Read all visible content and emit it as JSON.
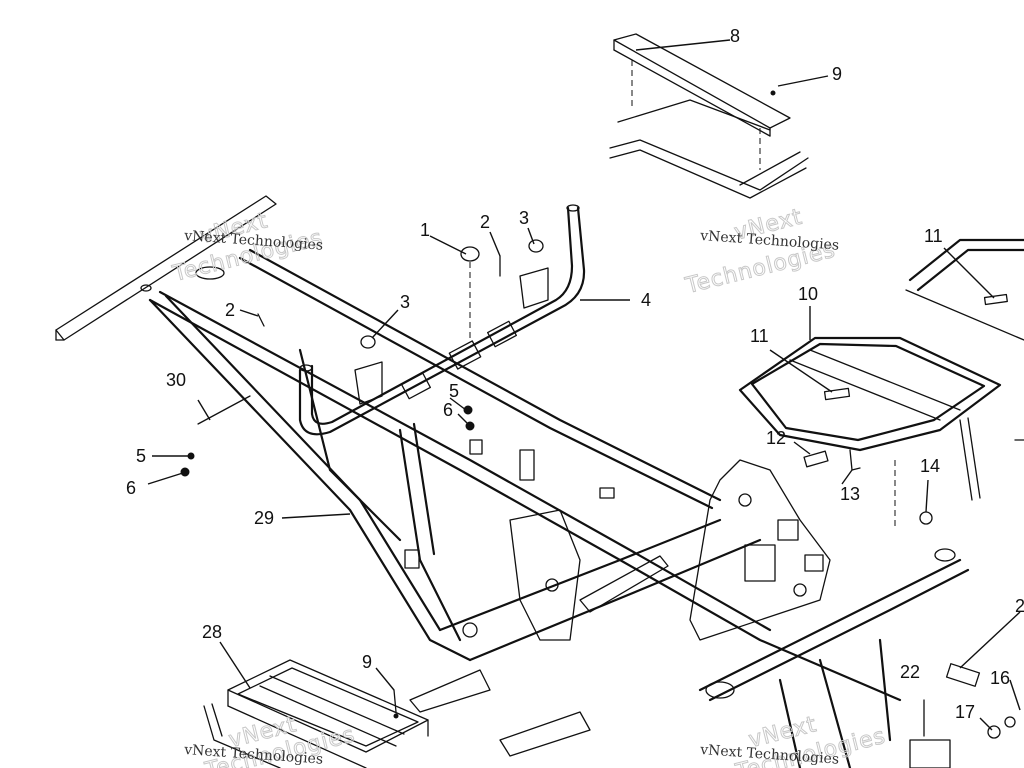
{
  "watermarks": [
    {
      "line1": "vNext",
      "line2": "Technologies",
      "small": "vNext Technologies"
    },
    {
      "line1": "vNext",
      "line2": "Technologies",
      "small": "vNext Technologies"
    },
    {
      "line1": "vNext",
      "line2": "Technologies",
      "small": "vNext Technologies"
    },
    {
      "line1": "vNext",
      "line2": "Technologies",
      "small": "vNext Technologies"
    }
  ],
  "callouts": {
    "c1": "1",
    "c2a": "2",
    "c2b": "2",
    "c3a": "3",
    "c3b": "3",
    "c4": "4",
    "c5a": "5",
    "c5b": "5",
    "c6a": "6",
    "c6b": "6",
    "c8": "8",
    "c9a": "9",
    "c9b": "9",
    "c10": "10",
    "c11a": "11",
    "c11b": "11",
    "c12": "12",
    "c13": "13",
    "c14": "14",
    "c16": "16",
    "c17": "17",
    "c22": "22",
    "c28": "28",
    "c29": "29",
    "c30": "30",
    "c2c": "2"
  }
}
